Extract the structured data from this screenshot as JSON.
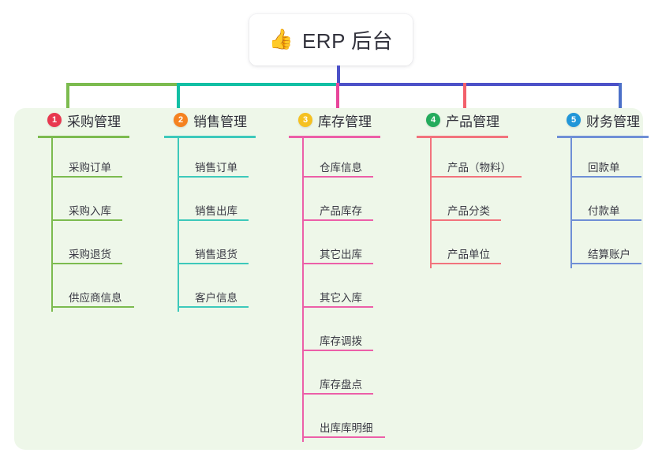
{
  "title": {
    "emoji": "👍",
    "emoji_name": "thumbs-up-icon",
    "text": "ERP 后台"
  },
  "palette": {
    "panel_bg": "#eef7e9",
    "page_bg": "#ffffff",
    "stem": "#4c51c8",
    "bar_green": "#7cbb4f",
    "bar_teal": "#12bfa4",
    "bar_blue": "#4c51c8"
  },
  "columns": [
    {
      "index": "1",
      "title": "采购管理",
      "badge_color": "#e8384f",
      "line_color": "#7cbb4f",
      "drop_color": "#7cbb4f",
      "items": [
        {
          "label": "采购订单"
        },
        {
          "label": "采购入库"
        },
        {
          "label": "采购退货"
        },
        {
          "label": "供应商信息"
        }
      ]
    },
    {
      "index": "2",
      "title": "销售管理",
      "badge_color": "#f58220",
      "line_color": "#3dc9bb",
      "drop_color": "#12bfa4",
      "items": [
        {
          "label": "销售订单"
        },
        {
          "label": "销售出库"
        },
        {
          "label": "销售退货"
        },
        {
          "label": "客户信息"
        }
      ]
    },
    {
      "index": "3",
      "title": "库存管理",
      "badge_color": "#f5c121",
      "line_color": "#ec5fa8",
      "drop_color": "#e8459a",
      "items": [
        {
          "label": "仓库信息"
        },
        {
          "label": "产品库存"
        },
        {
          "label": "其它出库"
        },
        {
          "label": "其它入库"
        },
        {
          "label": "库存调拨"
        },
        {
          "label": "库存盘点"
        },
        {
          "label": "出库库明细"
        }
      ]
    },
    {
      "index": "4",
      "title": "产品管理",
      "badge_color": "#24ab5c",
      "line_color": "#f2737d",
      "drop_color": "#f2606b",
      "items": [
        {
          "label": "产品（物料）"
        },
        {
          "label": "产品分类"
        },
        {
          "label": "产品单位"
        }
      ]
    },
    {
      "index": "5",
      "title": "财务管理",
      "badge_color": "#2196d8",
      "line_color": "#6f8fd6",
      "drop_color": "#4c70c8",
      "items": [
        {
          "label": "回款单"
        },
        {
          "label": "付款单"
        },
        {
          "label": "结算账户"
        }
      ]
    }
  ]
}
